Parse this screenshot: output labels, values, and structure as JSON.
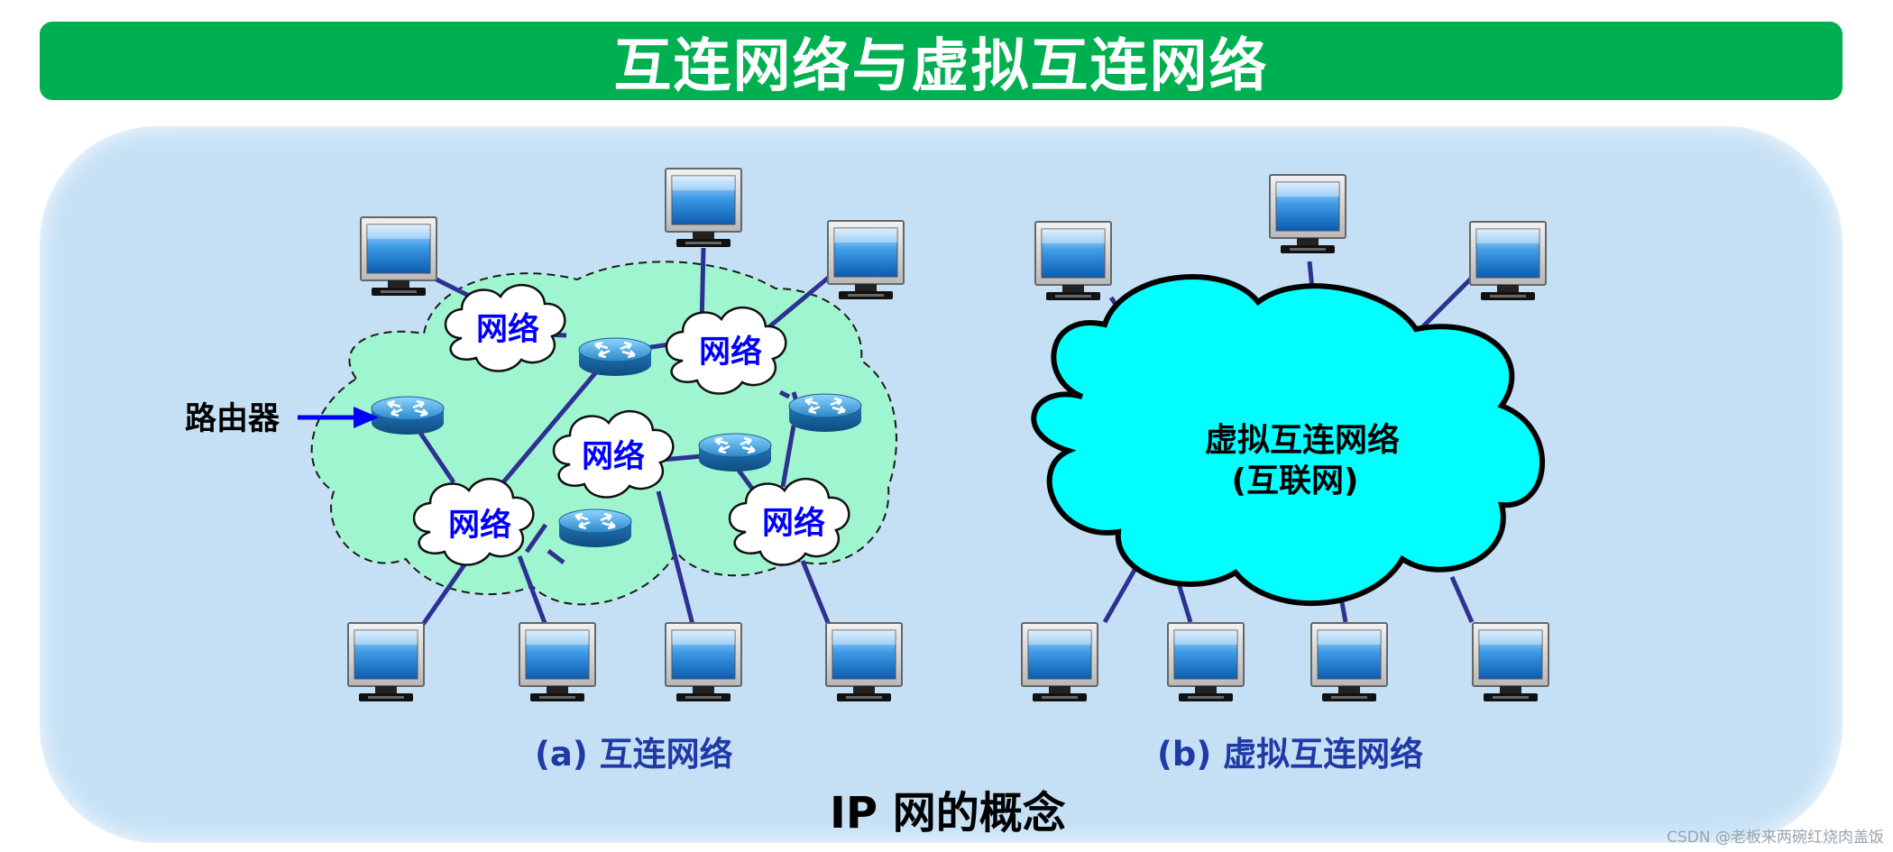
{
  "title": "互连网络与虚拟互连网络",
  "colors": {
    "title_bar": "#00b050",
    "panel": "#c5e0f5",
    "network_region": "#9ff5cf",
    "virtual_cloud": "#00ffff",
    "link": "#2e3192",
    "label_text": "#0000ff",
    "caption_text": "#1f3aa6",
    "arrow": "#0000ff"
  },
  "diagram_a": {
    "network_label": "网络",
    "router_label": "路由器",
    "caption": "(a) 互连网络"
  },
  "diagram_b": {
    "cloud_line1": "虚拟互连网络",
    "cloud_line2": "(互联网)",
    "caption": "(b) 虚拟互连网络"
  },
  "main_caption": "IP 网的概念",
  "watermark": "CSDN @老板来两碗红烧肉盖饭",
  "icons": [
    "computer-icon",
    "router-icon",
    "network-cloud-icon",
    "virtual-cloud-icon",
    "arrow-icon"
  ]
}
